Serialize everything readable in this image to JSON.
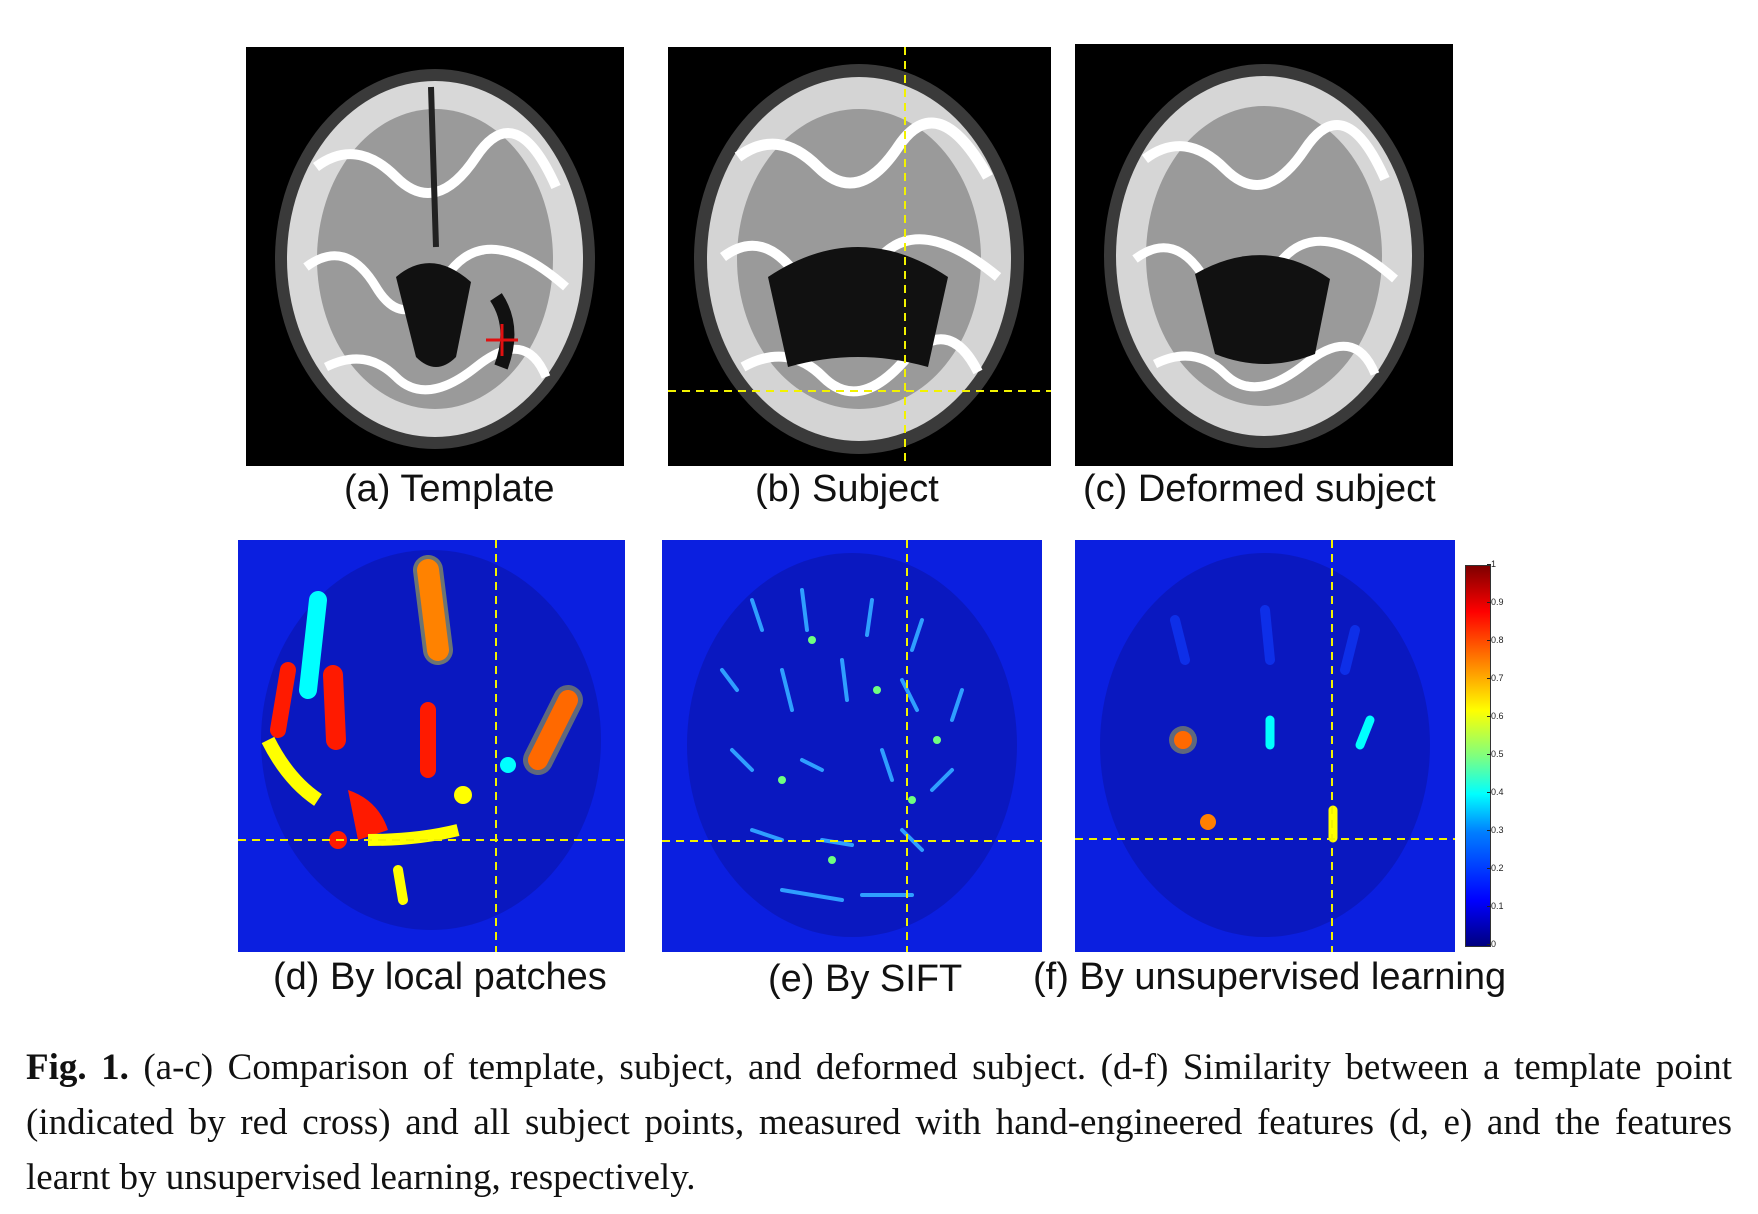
{
  "panels": {
    "a": {
      "label": "(a) Template"
    },
    "b": {
      "label": "(b) Subject"
    },
    "c": {
      "label": "(c) Deformed subject"
    },
    "d": {
      "label": "(d) By local patches"
    },
    "e": {
      "label": "(e) By SIFT"
    },
    "f": {
      "label": "(f) By unsupervised learning"
    }
  },
  "colorbar": {
    "ticks": [
      "1",
      "0.9",
      "0.8",
      "0.7",
      "0.6",
      "0.5",
      "0.4",
      "0.3",
      "0.2",
      "0.1",
      "0"
    ],
    "colors": [
      "#00007f",
      "#0000ff",
      "#007fff",
      "#00ffff",
      "#7fff7f",
      "#ffff00",
      "#ff7f00",
      "#ff0000",
      "#7f0000"
    ]
  },
  "caption": {
    "prefix": "Fig. 1.",
    "text": " (a-c) Comparison of template, subject, and deformed subject. (d-f) Similarity between a template point (indicated by red cross) and all subject points, measured with hand-engineered features (d, e) and the features learnt by unsupervised learning, respectively."
  },
  "colors": {
    "mri_background": "#000000",
    "similarity_background": "#0b1fe0",
    "crosshair": "#f2f200",
    "template_marker": "#e01010"
  }
}
